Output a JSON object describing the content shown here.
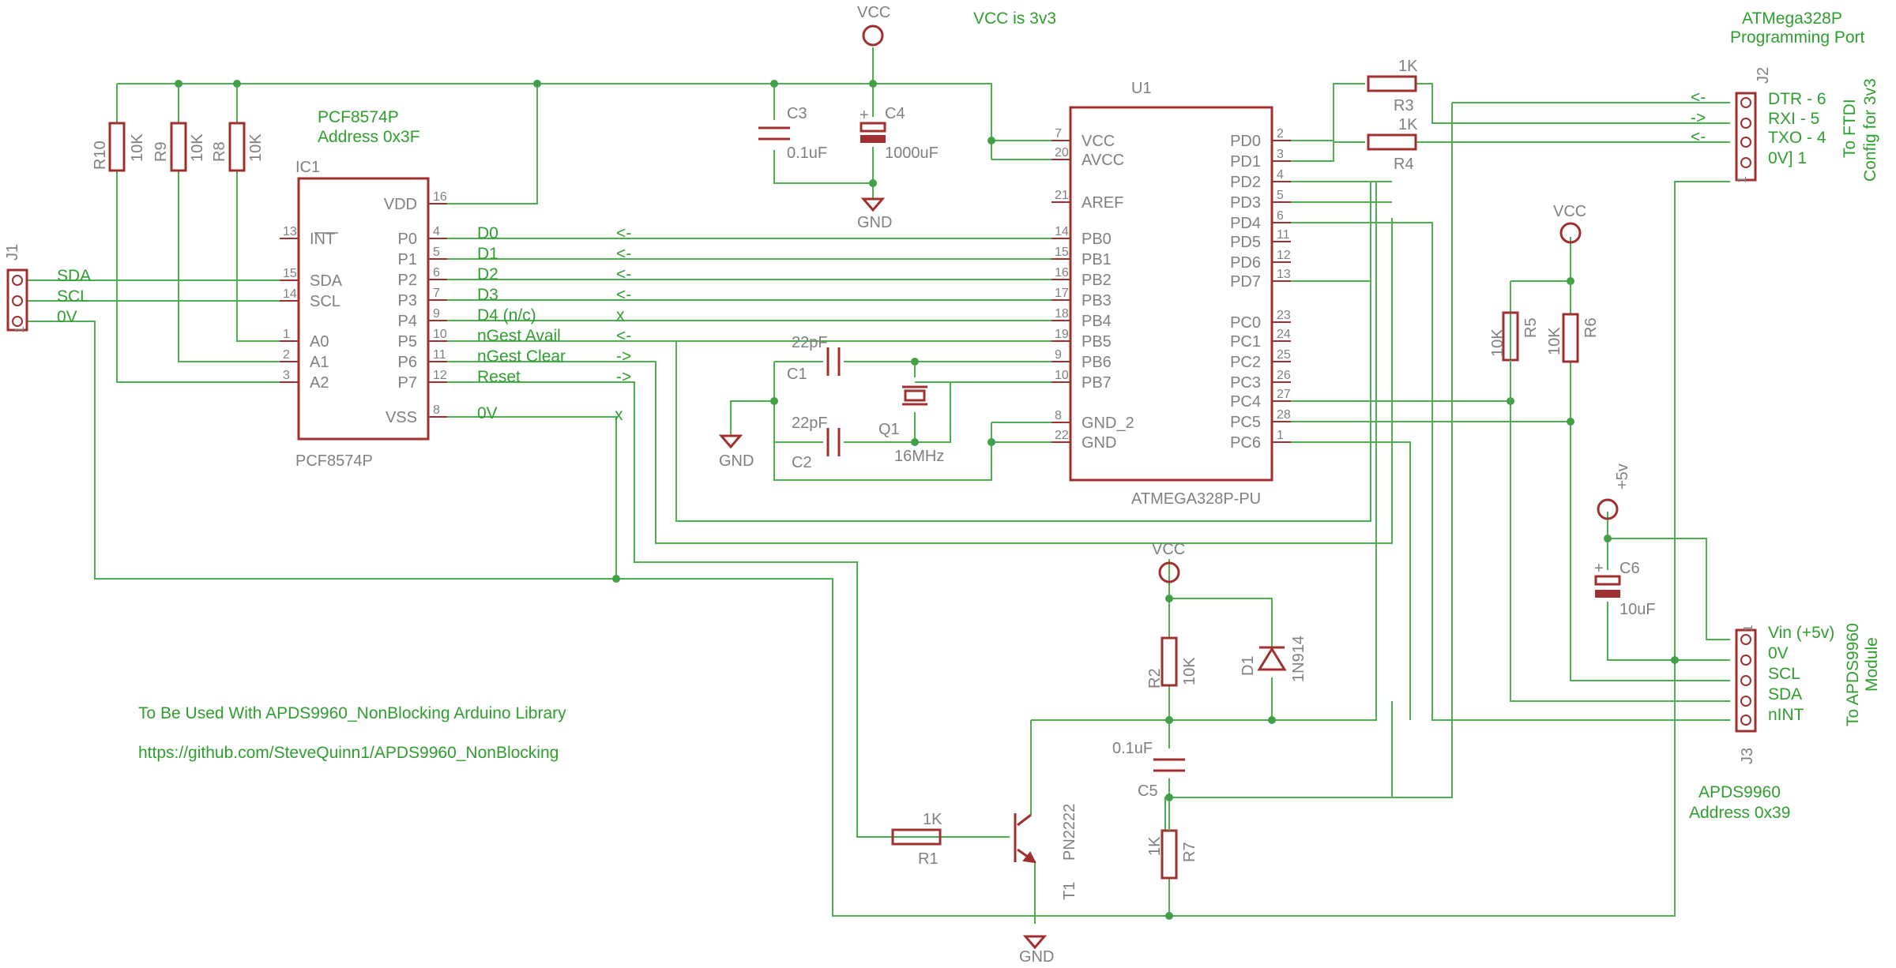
{
  "notes": {
    "vcc_note": "VCC is 3v3",
    "pcf_title": "PCF8574P",
    "pcf_addr": "Address 0x3F",
    "prog_title": "ATMega328P",
    "prog_sub": "Programming Port",
    "ftdi1": "To FTDI",
    "ftdi2": "Config for 3v3",
    "apds_mod1": "To APDS9960",
    "apds_mod2": "Module",
    "apds_title": "APDS9960",
    "apds_addr": "Address 0x39",
    "lib1": "To Be Used With APDS9960_NonBlocking Arduino Library",
    "lib2": "https://github.com/SteveQuinn1/APDS9960_NonBlocking"
  },
  "power": {
    "vcc": "VCC",
    "gnd": "GND",
    "p5v": "+5v"
  },
  "u1": {
    "ref": "U1",
    "part": "ATMEGA328P-PU",
    "left_pins": [
      {
        "name": "VCC",
        "num": "7"
      },
      {
        "name": "AVCC",
        "num": "20"
      },
      {
        "name": "AREF",
        "num": "21"
      },
      {
        "name": "PB0",
        "num": "14"
      },
      {
        "name": "PB1",
        "num": "15"
      },
      {
        "name": "PB2",
        "num": "16"
      },
      {
        "name": "PB3",
        "num": "17"
      },
      {
        "name": "PB4",
        "num": "18"
      },
      {
        "name": "PB5",
        "num": "19"
      },
      {
        "name": "PB6",
        "num": "9"
      },
      {
        "name": "PB7",
        "num": "10"
      },
      {
        "name": "GND_2",
        "num": "8"
      },
      {
        "name": "GND",
        "num": "22"
      }
    ],
    "right_pins": [
      {
        "name": "PD0",
        "num": "2"
      },
      {
        "name": "PD1",
        "num": "3"
      },
      {
        "name": "PD2",
        "num": "4"
      },
      {
        "name": "PD3",
        "num": "5"
      },
      {
        "name": "PD4",
        "num": "6"
      },
      {
        "name": "PD5",
        "num": "11"
      },
      {
        "name": "PD6",
        "num": "12"
      },
      {
        "name": "PD7",
        "num": "13"
      },
      {
        "name": "PC0",
        "num": "23"
      },
      {
        "name": "PC1",
        "num": "24"
      },
      {
        "name": "PC2",
        "num": "25"
      },
      {
        "name": "PC3",
        "num": "26"
      },
      {
        "name": "PC4",
        "num": "27"
      },
      {
        "name": "PC5",
        "num": "28"
      },
      {
        "name": "PC6",
        "num": "1"
      }
    ]
  },
  "ic1": {
    "ref": "IC1",
    "part": "PCF8574P",
    "left_pins": [
      {
        "name": "INT",
        "num": "13"
      },
      {
        "name": "SDA",
        "num": "15"
      },
      {
        "name": "SCL",
        "num": "14"
      },
      {
        "name": "A0",
        "num": "1"
      },
      {
        "name": "A1",
        "num": "2"
      },
      {
        "name": "A2",
        "num": "3"
      }
    ],
    "right_pins": [
      {
        "name": "VDD",
        "num": "16"
      },
      {
        "name": "P0",
        "num": "4"
      },
      {
        "name": "P1",
        "num": "5"
      },
      {
        "name": "P2",
        "num": "6"
      },
      {
        "name": "P3",
        "num": "7"
      },
      {
        "name": "P4",
        "num": "9"
      },
      {
        "name": "P5",
        "num": "10"
      },
      {
        "name": "P6",
        "num": "11"
      },
      {
        "name": "P7",
        "num": "12"
      },
      {
        "name": "VSS",
        "num": "8"
      }
    ]
  },
  "nets": {
    "d0": "D0",
    "d1": "D1",
    "d2": "D2",
    "d3": "D3",
    "d4": "D4 (n/c)",
    "ngest_avail": "nGest Avail",
    "ngest_clear": "nGest Clear",
    "reset": "Reset",
    "zero_v": "0V",
    "dir_in": "<-",
    "dir_out": "->",
    "nc": "x",
    "j1_sda": "SDA",
    "j1_scl": "SCL",
    "j1_0v": "0V"
  },
  "j2_labels": [
    "DTR - 6",
    "RXI - 5",
    "TXO - 4",
    "0V] 1"
  ],
  "j2_dirs": [
    "<-",
    "->",
    "<-"
  ],
  "j3_labels": [
    "Vin (+5v)",
    "0V",
    "SCL",
    "SDA",
    "nINT"
  ],
  "conn": {
    "j1": "J1",
    "j2": "J2",
    "j3": "J3",
    "pin1": "1"
  },
  "components": {
    "r10": {
      "ref": "R10",
      "val": "10K"
    },
    "r9": {
      "ref": "R9",
      "val": "10K"
    },
    "r8": {
      "ref": "R8",
      "val": "10K"
    },
    "r3": {
      "ref": "R3",
      "val": "1K"
    },
    "r4": {
      "ref": "R4",
      "val": "1K"
    },
    "r5": {
      "ref": "R5",
      "val": "10K"
    },
    "r6": {
      "ref": "R6",
      "val": "10K"
    },
    "r2": {
      "ref": "R2",
      "val": "10K"
    },
    "r7": {
      "ref": "R7",
      "val": "1K"
    },
    "r1": {
      "ref": "R1",
      "val": "1K"
    },
    "c3": {
      "ref": "C3",
      "val": "0.1uF"
    },
    "c4": {
      "ref": "C4",
      "val": "1000uF"
    },
    "c1": {
      "ref": "C1",
      "val": "22pF"
    },
    "c2": {
      "ref": "C2",
      "val": "22pF"
    },
    "c5": {
      "ref": "C5",
      "val": "0.1uF"
    },
    "c6": {
      "ref": "C6",
      "val": "10uF"
    },
    "q1": {
      "ref": "Q1",
      "val": "16MHz"
    },
    "d1": {
      "ref": "D1",
      "val": "1N914"
    },
    "t1": {
      "ref": "T1",
      "val": "PN2222"
    },
    "pol": "+"
  }
}
